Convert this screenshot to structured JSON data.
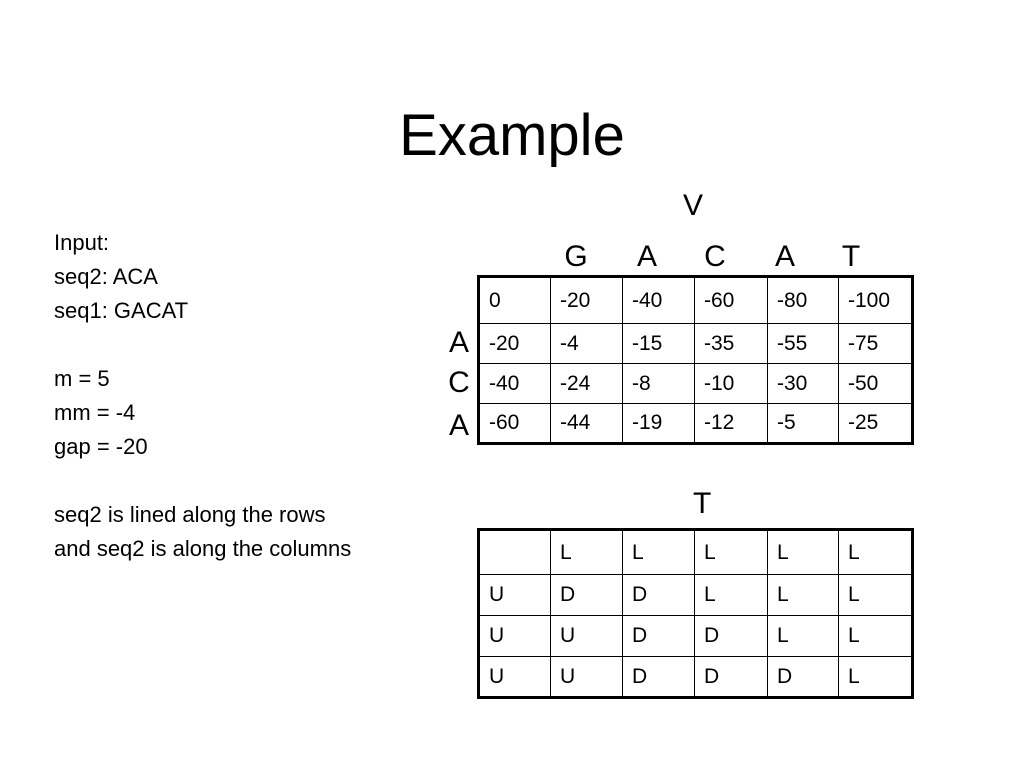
{
  "title": "Example",
  "left_text": [
    "Input:",
    "seq2: ACA",
    "seq1: GACAT",
    "",
    "m = 5",
    "mm = -4",
    "gap = -20",
    "",
    "seq2 is lined along the rows",
    "and seq2 is along the columns"
  ],
  "v_table": {
    "label": "V",
    "col_headers": [
      "G",
      "A",
      "C",
      "A",
      "T"
    ],
    "row_headers": [
      "A",
      "C",
      "A"
    ],
    "rows": [
      [
        "0",
        "-20",
        "-40",
        "-60",
        "-80",
        "-100"
      ],
      [
        "-20",
        "-4",
        "-15",
        "-35",
        "-55",
        "-75"
      ],
      [
        "-40",
        "-24",
        "-8",
        "-10",
        "-30",
        "-50"
      ],
      [
        "-60",
        "-44",
        "-19",
        "-12",
        "-5",
        "-25"
      ]
    ]
  },
  "t_table": {
    "label": "T",
    "rows": [
      [
        "",
        "L",
        "L",
        "L",
        "L",
        "L"
      ],
      [
        "U",
        "D",
        "D",
        "L",
        "L",
        "L"
      ],
      [
        "U",
        "U",
        "D",
        "D",
        "L",
        "L"
      ],
      [
        "U",
        "U",
        "D",
        "D",
        "D",
        "L"
      ]
    ]
  }
}
